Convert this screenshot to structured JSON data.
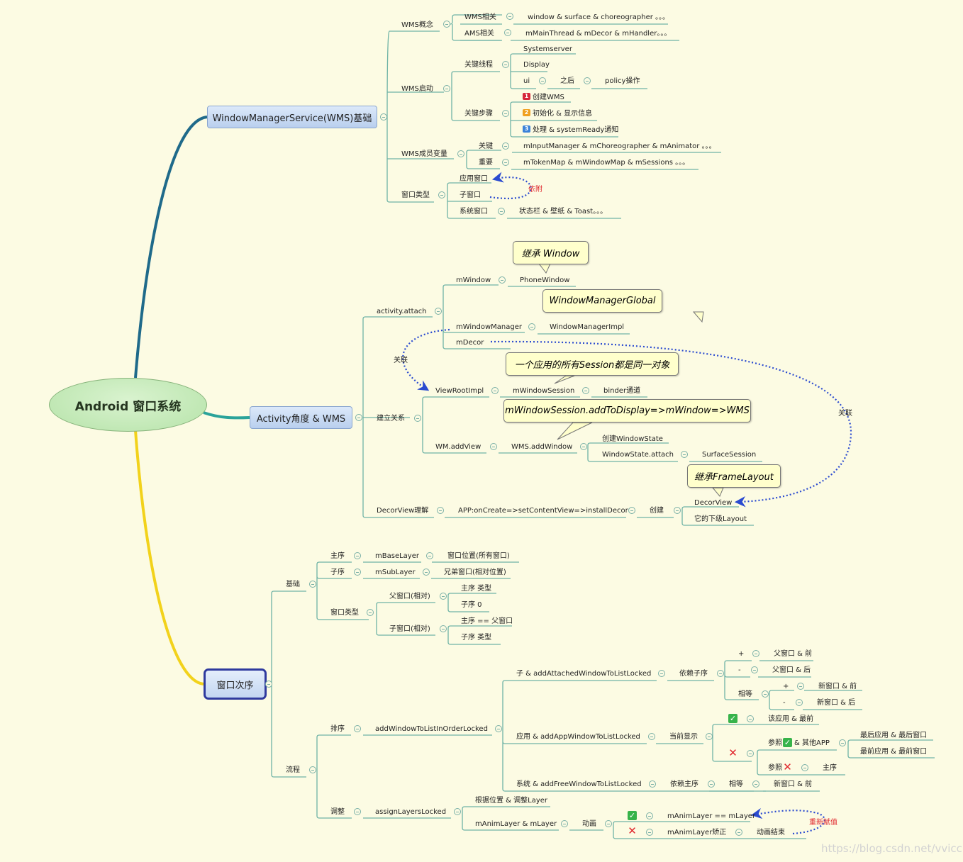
{
  "root": "Android 窗口系统",
  "b1": {
    "title": "WindowManagerService(WMS)基础",
    "concept": {
      "label": "WMS概念",
      "wms_rel": "WMS相关",
      "wms_rel_v": "window & surface & choreographer 。。。",
      "ams_rel": "AMS相关",
      "ams_rel_v": "mMainThread & mDecor & mHandler。。。"
    },
    "start": {
      "label": "WMS启动",
      "threads": "关键线程",
      "t_sys": "Systemserver",
      "t_disp": "Display",
      "t_ui": "ui",
      "t_after": "之后",
      "t_policy": "policy操作",
      "steps": "关键步骤",
      "s1_n": "1",
      "s1": "创建WMS",
      "s2_n": "2",
      "s2": "初始化 & 显示信息",
      "s3_n": "3",
      "s3": "处理 & systemReady通知"
    },
    "members": {
      "label": "WMS成员变量",
      "key": "关键",
      "key_v": "mInputManager & mChoreographer & mAnimator 。。。",
      "imp": "重要",
      "imp_v": "mTokenMap & mWindowMap & mSessions 。。。"
    },
    "types": {
      "label": "窗口类型",
      "app": "应用窗口",
      "sub": "子窗口",
      "sys": "系统窗口",
      "sys_v": "状态栏 & 壁纸 & Toast。。。",
      "attach": "依附"
    }
  },
  "b2": {
    "title": "Activity角度 & WMS",
    "attach": {
      "label": "activity.attach",
      "mwindow": "mWindow",
      "phonewindow": "PhoneWindow",
      "call_window": "继承 Window",
      "mwm": "mWindowManager",
      "wmimpl": "WindowManagerImpl",
      "call_global": "WindowManagerGlobal",
      "mdecor": "mDecor"
    },
    "relation": {
      "label": "建立关系",
      "vri": "ViewRootImpl",
      "mws": "mWindowSession",
      "binder": "binder通道",
      "call_session": "一个应用的所有Session都是同一对象",
      "addview": "WM.addView",
      "wms_addwindow": "WMS.addWindow",
      "call_add": "mWindowSession.addToDisplay=>mWindow=>WMS",
      "create_ws": "创建WindowState",
      "ws_attach": "WindowState.attach",
      "surface": "SurfaceSession"
    },
    "decor": {
      "label": "DecorView理解",
      "flow": "APP:onCreate=>setContentView=>installDecor",
      "create": "创建",
      "decorview": "DecorView",
      "child": "它的下级Layout",
      "call_frame": "继承FrameLayout"
    },
    "assoc1": "关联",
    "assoc2": "关联"
  },
  "b3": {
    "title": "窗口次序",
    "base": {
      "label": "基础",
      "main": "主序",
      "mbase": "mBaseLayer",
      "mbase_v": "窗口位置(所有窗口)",
      "sub": "子序",
      "msub": "mSubLayer",
      "msub_v": "兄弟窗口(相对位置)",
      "wtype": "窗口类型",
      "parent": "父窗口(相对)",
      "p_main": "主序 类型",
      "p_sub": "子序 0",
      "child": "子窗口(相对)",
      "c_main": "主序 == 父窗口",
      "c_sub": "子序 类型"
    },
    "flow": {
      "label": "流程",
      "sort": "排序",
      "add_order": "addWindowToListInOrderLocked",
      "sub_attached": "子 & addAttachedWindowToListLocked",
      "dep_sub": "依赖子序",
      "plus": "+",
      "plus_v": "父窗口 & 前",
      "minus": "-",
      "minus_v": "父窗口 & 后",
      "equal": "相等",
      "eq_plus": "+",
      "eq_plus_v": "新窗口 & 前",
      "eq_minus": "-",
      "eq_minus_v": "新窗口 & 后",
      "app_add": "应用 & addAppWindowToListLocked",
      "cur_disp": "当前显示",
      "ok_v": "该应用 & 最前",
      "ref_ok_a": "参照",
      "ref_ok_b": "& 其他APP",
      "last1": "最后应用 & 最后窗口",
      "last2": "最前应用 & 最前窗口",
      "ref_no": "参照",
      "main_order": "主序",
      "sys_add": "系统 & addFreeWindowToListLocked",
      "dep_main": "依赖主序",
      "eq": "相等",
      "new_front": "新窗口 & 前",
      "adjust": "调整",
      "assign": "assignLayersLocked",
      "by_pos": "根据位置 & 调整Layer",
      "anim_layer": "mAnimLayer & mLayer",
      "anim": "动画",
      "anim_eq": "mAnimLayer == mLayer",
      "anim_fix": "mAnimLayer矫正",
      "anim_end": "动画结束",
      "reassign": "重新赋值"
    }
  },
  "icons": {
    "ok": "✓",
    "no": "✕"
  },
  "watermark": "https://blog.csdn.net/vvicc",
  "colors": {
    "branch1": "#1f6a8a",
    "branch2": "#2aa39a",
    "branch3": "#f2d21b",
    "connector": "#6fb3a6",
    "dotted": "#2b4bd0",
    "callout": "#ffffcc"
  }
}
